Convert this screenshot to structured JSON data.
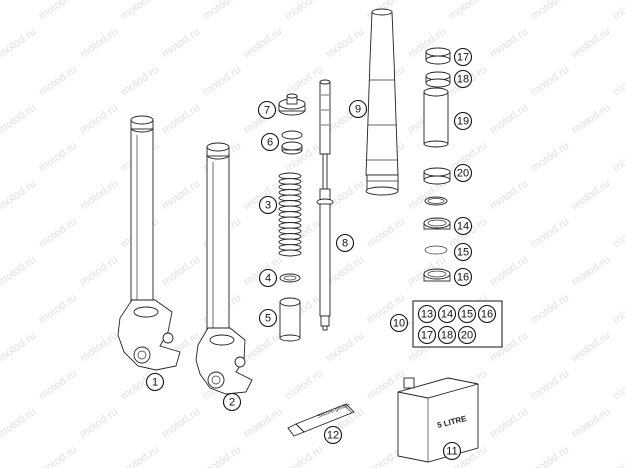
{
  "watermark": "motod.ru",
  "callouts": [
    {
      "id": "c1",
      "label": "1"
    },
    {
      "id": "c2",
      "label": "2"
    },
    {
      "id": "c3",
      "label": "3"
    },
    {
      "id": "c4",
      "label": "4"
    },
    {
      "id": "c5",
      "label": "5"
    },
    {
      "id": "c6",
      "label": "6"
    },
    {
      "id": "c7",
      "label": "7"
    },
    {
      "id": "c8",
      "label": "8"
    },
    {
      "id": "c9",
      "label": "9"
    },
    {
      "id": "c10",
      "label": "10"
    },
    {
      "id": "c11",
      "label": "11"
    },
    {
      "id": "c12",
      "label": "12"
    },
    {
      "id": "c14",
      "label": "14"
    },
    {
      "id": "c15",
      "label": "15"
    },
    {
      "id": "c16",
      "label": "16"
    },
    {
      "id": "c17",
      "label": "17"
    },
    {
      "id": "c18",
      "label": "18"
    },
    {
      "id": "c19",
      "label": "19"
    },
    {
      "id": "c20",
      "label": "20"
    }
  ],
  "kit": {
    "row1": [
      "13",
      "14",
      "15",
      "16"
    ],
    "row2": [
      "17",
      "18",
      "20"
    ]
  },
  "oil_can_label": "5 LITRE",
  "grease_label": "Silicone grease"
}
